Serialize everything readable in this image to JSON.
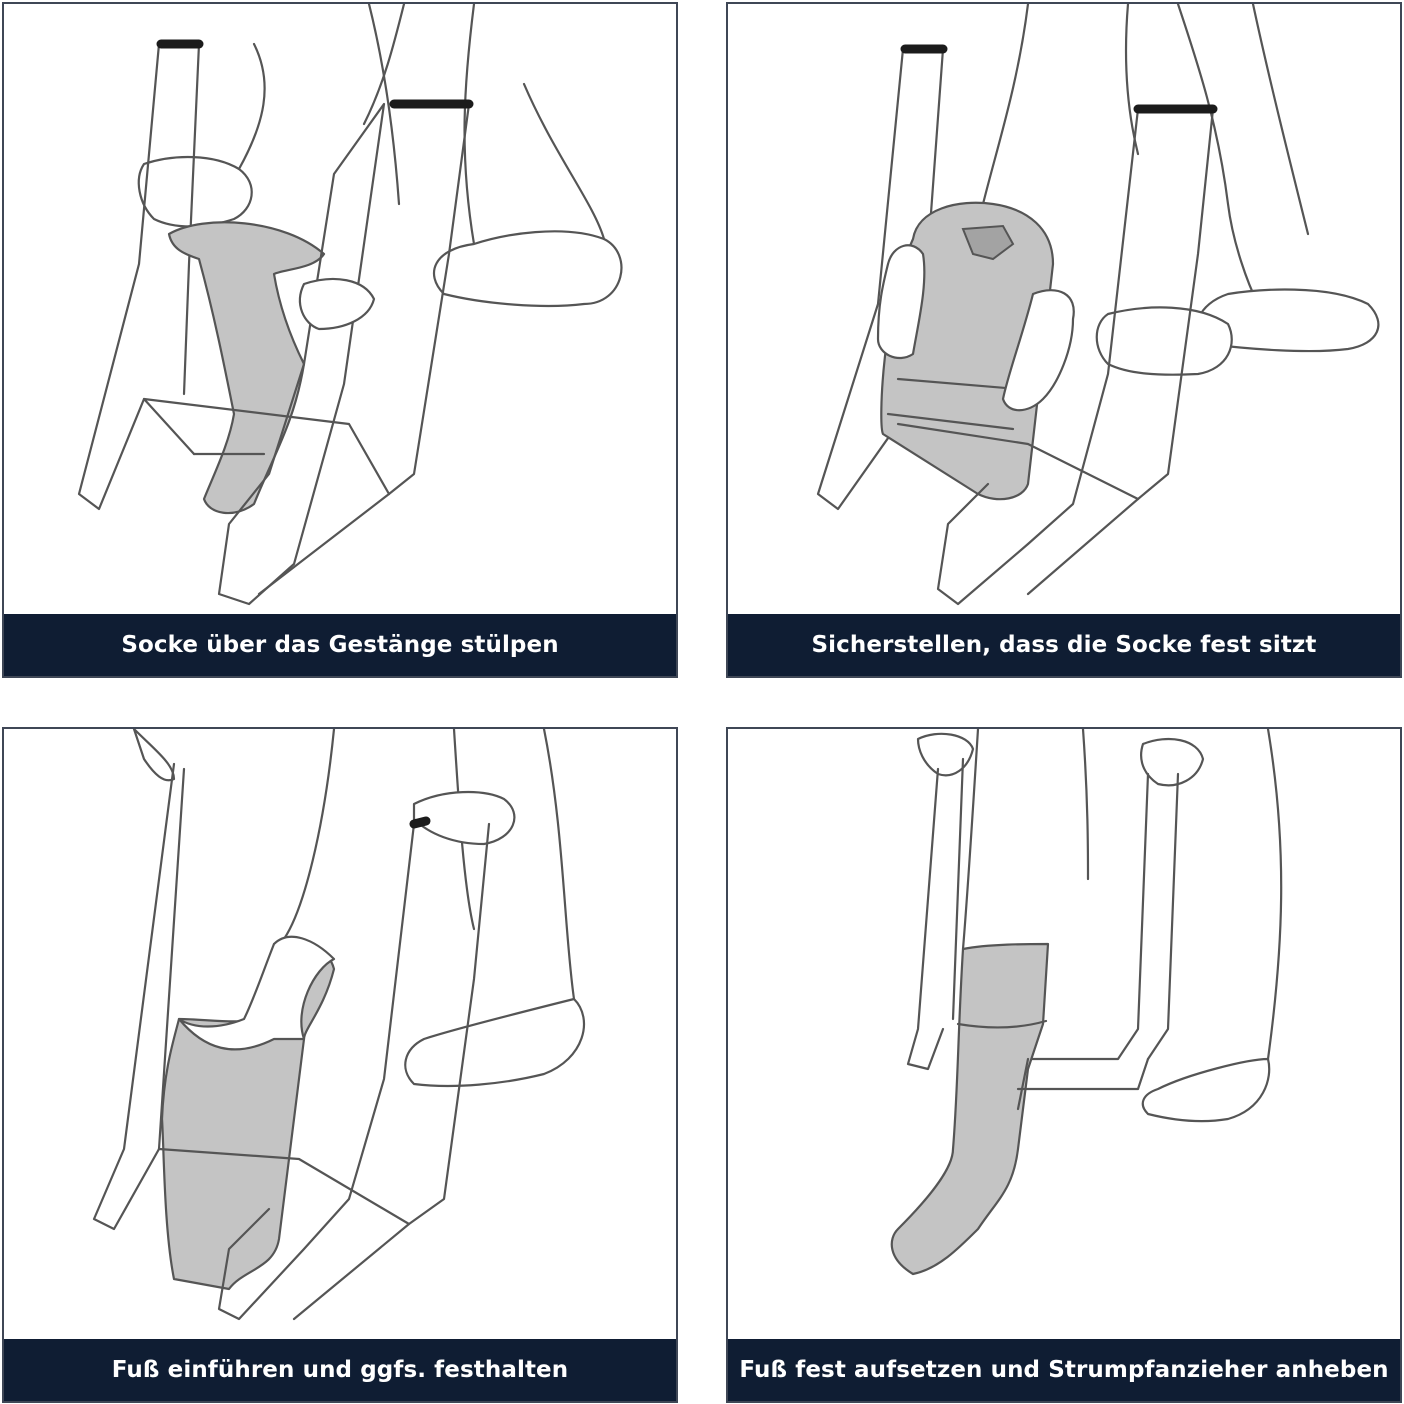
{
  "panels": [
    {
      "id": "step-1",
      "caption": "Socke über das Gestänge stülpen"
    },
    {
      "id": "step-2",
      "caption": "Sicherstellen, dass die Socke fest sitzt"
    },
    {
      "id": "step-3",
      "caption": "Fuß einführen und ggfs. festhalten"
    },
    {
      "id": "step-4",
      "caption": "Fuß fest aufsetzen und Strumpfanzieher anheben"
    }
  ],
  "colors": {
    "caption_bar": "#0f1d33",
    "panel_border": "#3f4756",
    "sock_fill": "#c4c4c4",
    "line_art": "#555555"
  }
}
